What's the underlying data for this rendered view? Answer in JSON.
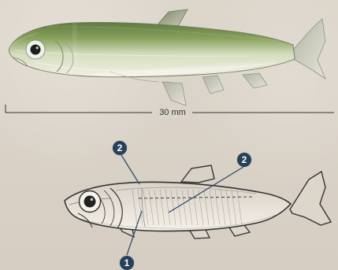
{
  "scale": {
    "label": "30 mm"
  },
  "callouts": {
    "callout_1": "1",
    "callout_2_upper_left": "2",
    "callout_2_upper_right": "2"
  }
}
